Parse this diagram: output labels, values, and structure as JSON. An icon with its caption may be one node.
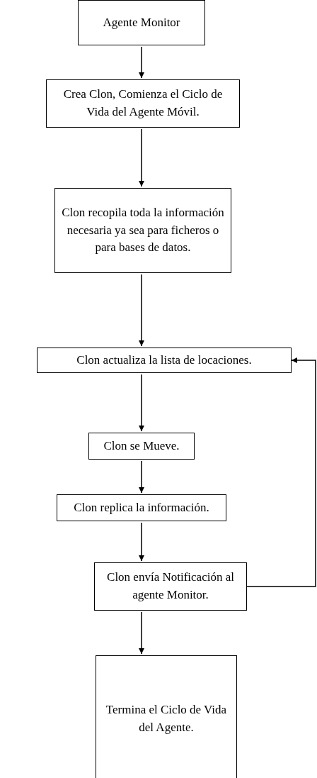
{
  "diagram": {
    "nodes": [
      {
        "text": [
          "Agente Monitor"
        ]
      },
      {
        "text": [
          "Crea Clon, Comienza el Ciclo de Vida del Agente Móvil."
        ]
      },
      {
        "text": [
          "Clon recopila toda la información necesaria ya sea para ficheros o para bases de datos."
        ]
      },
      {
        "text": [
          "Clon actualiza la lista de locaciones."
        ]
      },
      {
        "text": [
          "Clon se Mueve."
        ]
      },
      {
        "text": [
          "Clon replica la información."
        ]
      },
      {
        "text": [
          "Clon envía Notificación al agente Monitor."
        ]
      },
      {
        "text": [
          "Termina el Ciclo de Vida del Agente."
        ]
      }
    ],
    "edges": [
      {
        "from": 0,
        "to": 1,
        "arrow": "to"
      },
      {
        "from": 1,
        "to": 2,
        "arrow": "to"
      },
      {
        "from": 2,
        "to": 3,
        "arrow": "to"
      },
      {
        "from": 3,
        "to": 4,
        "arrow": "to"
      },
      {
        "from": 4,
        "to": 5,
        "arrow": "to"
      },
      {
        "from": 5,
        "to": 6,
        "arrow": "to"
      },
      {
        "from": 6,
        "to": 7,
        "arrow": "to"
      },
      {
        "from": 6,
        "to": 3,
        "arrow": "to"
      }
    ]
  }
}
